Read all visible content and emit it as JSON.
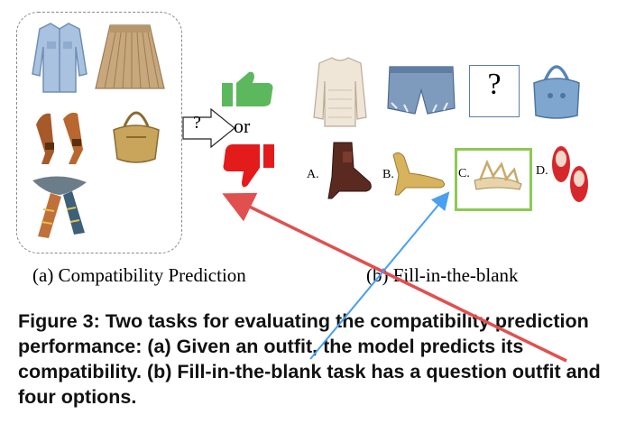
{
  "panel_a": {
    "question_mark": "?",
    "or_label": "or",
    "caption": "(a) Compatibility Prediction"
  },
  "panel_b": {
    "question_mark": "?",
    "options": [
      "A.",
      "B.",
      "C.",
      "D."
    ],
    "caption": "(b) Fill-in-the-blank"
  },
  "figure_caption": "Figure 3: Two tasks for evaluating the compatibility prediction performance: (a) Given an outfit, the model predicts its compatibility. (b) Fill-in-the-blank task has a question outfit and four options.",
  "colors": {
    "thumbs_up": "#5cb85c",
    "thumbs_down": "#e31b1b",
    "selected_option_border": "#8dc953",
    "red_arrow": "#e0504f",
    "blue_arrow": "#4a9ff0"
  },
  "icons": [
    "jacket-icon",
    "pleated-skirt-icon",
    "heels-icon",
    "gold-handbag-icon",
    "scarf-icon",
    "thumbs-up-icon",
    "thumbs-down-icon",
    "sweater-icon",
    "denim-shorts-icon",
    "blue-handbag-icon",
    "ankle-boot-icon",
    "gold-pump-icon",
    "sandal-icon",
    "red-flat-icon"
  ]
}
